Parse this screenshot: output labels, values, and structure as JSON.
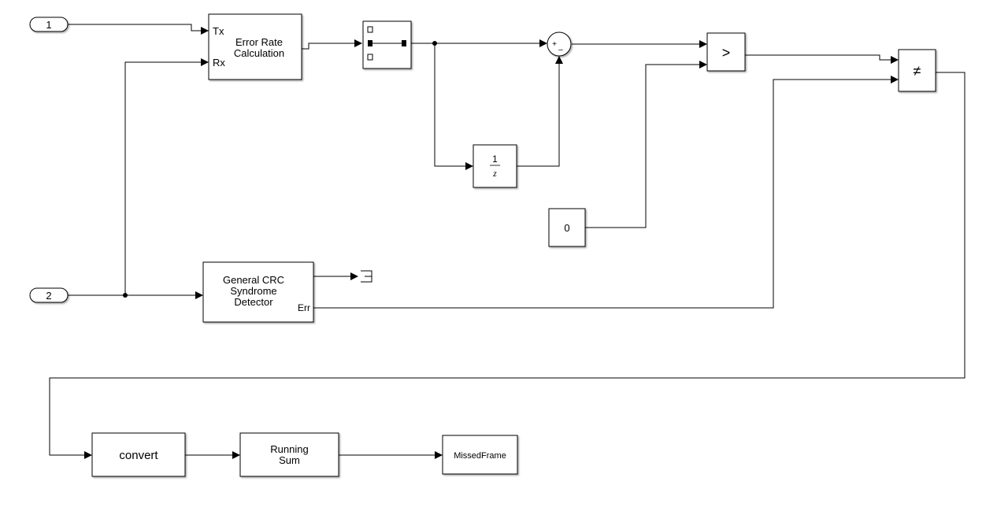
{
  "blocks": {
    "inport1": "1",
    "inport2": "2",
    "error_rate": {
      "line1": "Error Rate",
      "line2": "Calculation",
      "port_tx": "Tx",
      "port_rx": "Rx"
    },
    "selector": "",
    "sum": {
      "plus": "+",
      "minus": "–"
    },
    "delay": {
      "num": "1",
      "den": "z"
    },
    "compare_gt": ">",
    "constant": "0",
    "compare_ne": "≠",
    "crc": {
      "line1": "General CRC",
      "line2": "Syndrome",
      "line3": "Detector",
      "port_err": "Err"
    },
    "convert": "convert",
    "running_sum": {
      "line1": "Running",
      "line2": "Sum"
    },
    "outport": "MissedFrame"
  }
}
